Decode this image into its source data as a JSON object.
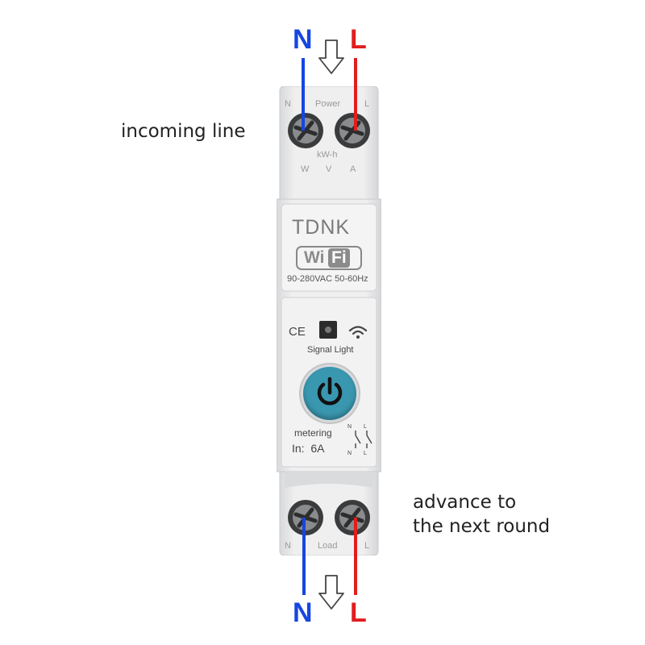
{
  "image": {
    "labels": {
      "top_neutral": "N",
      "top_live": "L",
      "bottom_neutral": "N",
      "bottom_live": "L",
      "incoming": "incoming line",
      "outgoing_line1": "advance to",
      "outgoing_line2": "the next round"
    },
    "colors": {
      "neutral": "#1646e0",
      "live": "#e01e1e",
      "device_body": "#eeeff0",
      "button": "#3a97b0"
    }
  },
  "device": {
    "top_terminal_n": "N",
    "top_terminal_label": "Power",
    "top_terminal_l": "L",
    "measure_unit": "kW-h",
    "measure_w": "W",
    "measure_v": "V",
    "measure_a": "A",
    "brand": "TDNK",
    "wifi_left": "Wi",
    "wifi_right": "Fi",
    "spec": "90-280VAC 50-60Hz",
    "ce_mark": "CE",
    "signal_label": "Signal Light",
    "metering": "metering",
    "rating": "In:  6A",
    "schematic_n": "N",
    "schematic_l": "L",
    "bottom_terminal_n": "N",
    "bottom_terminal_label": "Load",
    "bottom_terminal_l": "L"
  }
}
